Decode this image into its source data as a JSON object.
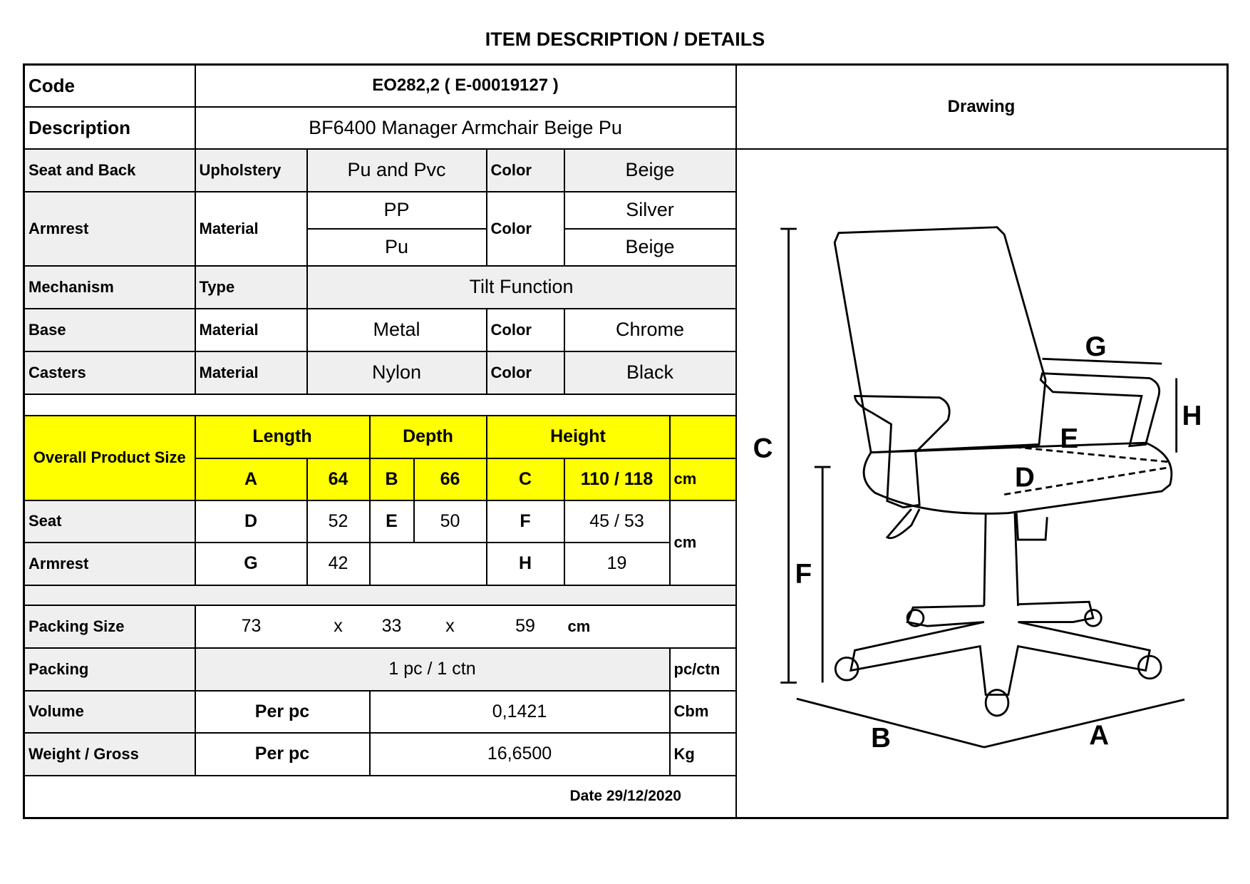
{
  "title": "ITEM DESCRIPTION / DETAILS",
  "code": {
    "label": "Code",
    "value": "EO282,2  ( E-00019127 )"
  },
  "description": {
    "label": "Description",
    "value": "BF6400 Manager Armchair Beige Pu"
  },
  "drawing_label": "Drawing",
  "seat_back": {
    "label": "Seat and Back",
    "attr": "Upholstery",
    "value": "Pu and Pvc",
    "color_label": "Color",
    "color": "Beige"
  },
  "armrest": {
    "label": "Armrest",
    "attr": "Material",
    "values": [
      "PP",
      "Pu"
    ],
    "color_label": "Color",
    "colors": [
      "Silver",
      "Beige"
    ]
  },
  "mechanism": {
    "label": "Mechanism",
    "attr": "Type",
    "value": "Tilt Function"
  },
  "base": {
    "label": "Base",
    "attr": "Material",
    "value": "Metal",
    "color_label": "Color",
    "color": "Chrome"
  },
  "casters": {
    "label": "Casters",
    "attr": "Material",
    "value": "Nylon",
    "color_label": "Color",
    "color": "Black"
  },
  "overall": {
    "label": "Overall Product Size",
    "length": "Length",
    "depth": "Depth",
    "height": "Height",
    "a": "A",
    "a_val": "64",
    "b": "B",
    "b_val": "66",
    "c": "C",
    "c_val": "110 / 118",
    "unit": "cm"
  },
  "seat": {
    "label": "Seat",
    "d": "D",
    "d_val": "52",
    "e": "E",
    "e_val": "50",
    "f": "F",
    "f_val": "45 / 53",
    "unit": "cm"
  },
  "armrest_size": {
    "label": "Armrest",
    "g": "G",
    "g_val": "42",
    "h": "H",
    "h_val": "19"
  },
  "packing_size": {
    "label": "Packing Size",
    "l": "73",
    "x1": "x",
    "w": "33",
    "x2": "x",
    "h": "59",
    "unit": "cm"
  },
  "packing": {
    "label": "Packing",
    "value": "1 pc / 1 ctn",
    "unit": "pc/ctn"
  },
  "volume": {
    "label": "Volume",
    "per": "Per pc",
    "value": "0,1421",
    "unit": "Cbm"
  },
  "weight": {
    "label": "Weight / Gross",
    "per": "Per pc",
    "value": "16,6500",
    "unit": "Kg"
  },
  "date": "Date 29/12/2020",
  "drawing_letters": {
    "a": "A",
    "b": "B",
    "c": "C",
    "d": "D",
    "e": "E",
    "f": "F",
    "g": "G",
    "h": "H"
  }
}
